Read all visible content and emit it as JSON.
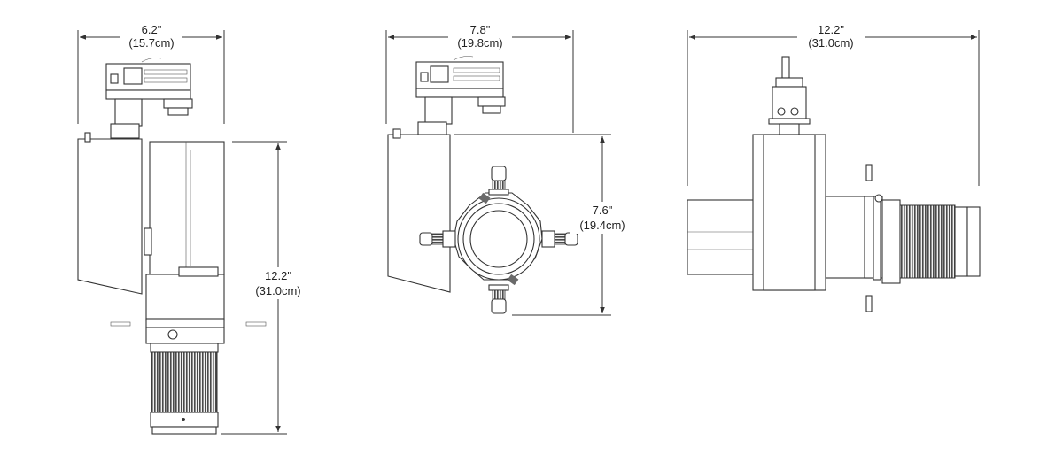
{
  "dimensions": {
    "front_width_in": "6.2\"",
    "front_width_cm": "(15.7cm)",
    "front_height_in": "12.2\"",
    "front_height_cm": "(31.0cm)",
    "lens_width_in": "7.8\"",
    "lens_width_cm": "(19.8cm)",
    "lens_height_in": "7.6\"",
    "lens_height_cm": "(19.4cm)",
    "side_length_in": "12.2\"",
    "side_length_cm": "(31.0cm)"
  },
  "colors": {
    "line": "#333333",
    "shade": "#6a6a6a",
    "background": "#ffffff"
  }
}
